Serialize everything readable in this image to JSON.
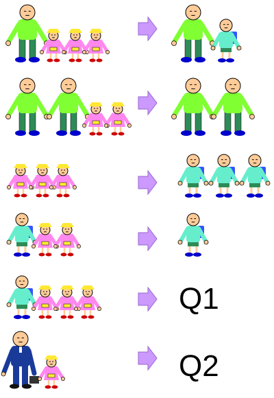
{
  "questions": {
    "q1": "Q1",
    "q2": "Q2"
  },
  "colors": {
    "adult_shirt": "#80ff33",
    "adult_pants": "#2e8b57",
    "student_shirt": "#66eecc",
    "student_pants": "#2e8b57",
    "backpack": "#3355ff",
    "girl_dress": "#ff88ee",
    "girl_hat": "#ffe833",
    "girl_bag": "#ffee33",
    "suit": "#1a3a9a",
    "skin": "#ffcc99",
    "shoes": "#0000cc",
    "girl_shoes": "#cc0000",
    "arrow": "#cc99ff",
    "arrow_stroke": "#9966cc",
    "briefcase": "#333333"
  },
  "rows": [
    {
      "left": [
        "man",
        "girl",
        "girl",
        "girl"
      ],
      "right": [
        "man",
        "student"
      ]
    },
    {
      "left": [
        "man",
        "man",
        "girl",
        "girl"
      ],
      "right": [
        "man",
        "man"
      ]
    },
    {
      "left": [
        "girl",
        "girl",
        "girl"
      ],
      "right": [
        "student",
        "student",
        "student"
      ]
    },
    {
      "left": [
        "student",
        "girl",
        "girl"
      ],
      "right": [
        "student"
      ]
    },
    {
      "left": [
        "student",
        "girl",
        "girl",
        "girl"
      ],
      "right": []
    },
    {
      "left": [
        "suitman",
        "girl"
      ],
      "right": []
    }
  ]
}
